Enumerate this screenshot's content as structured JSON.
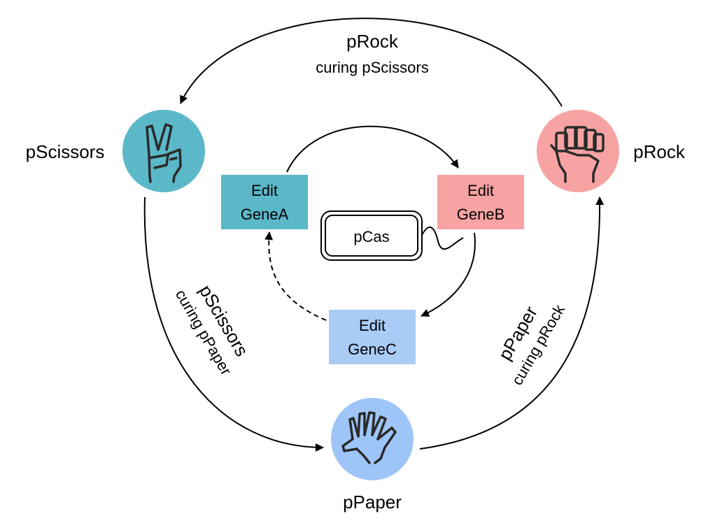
{
  "outer_cycle": {
    "top": {
      "title": "pRock",
      "subtitle": "curing pScissors"
    },
    "left": {
      "title": "pScissors",
      "subtitle": "curing pPaper"
    },
    "right": {
      "title": "pPaper",
      "subtitle": "curing pRock"
    }
  },
  "nodes": {
    "scissors": {
      "label": "pScissors",
      "color": "#5bb8c8",
      "icon": "victory-hand-icon"
    },
    "rock": {
      "label": "pRock",
      "color": "#f7a3a3",
      "icon": "fist-icon"
    },
    "paper": {
      "label": "pPaper",
      "color": "#9ec5f7",
      "icon": "open-hand-icon"
    }
  },
  "genes": {
    "a": {
      "line1": "Edit",
      "line2": "GeneA",
      "color": "#5bb8c8"
    },
    "b": {
      "line1": "Edit",
      "line2": "GeneB",
      "color": "#f7a3a3"
    },
    "c": {
      "line1": "Edit",
      "line2": "GeneC",
      "color": "#a9ccf7"
    }
  },
  "plasmid": {
    "label": "pCas"
  }
}
